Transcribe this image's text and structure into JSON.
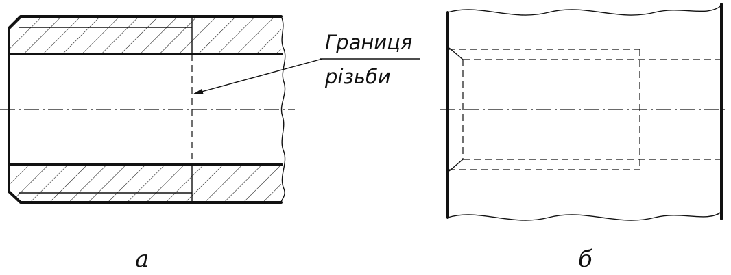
{
  "annotation": {
    "line1": "Границя",
    "line2": "різьби"
  },
  "views": {
    "left_label": "а",
    "right_label": "б"
  },
  "colors": {
    "ink": "#111111",
    "background": "#ffffff"
  }
}
